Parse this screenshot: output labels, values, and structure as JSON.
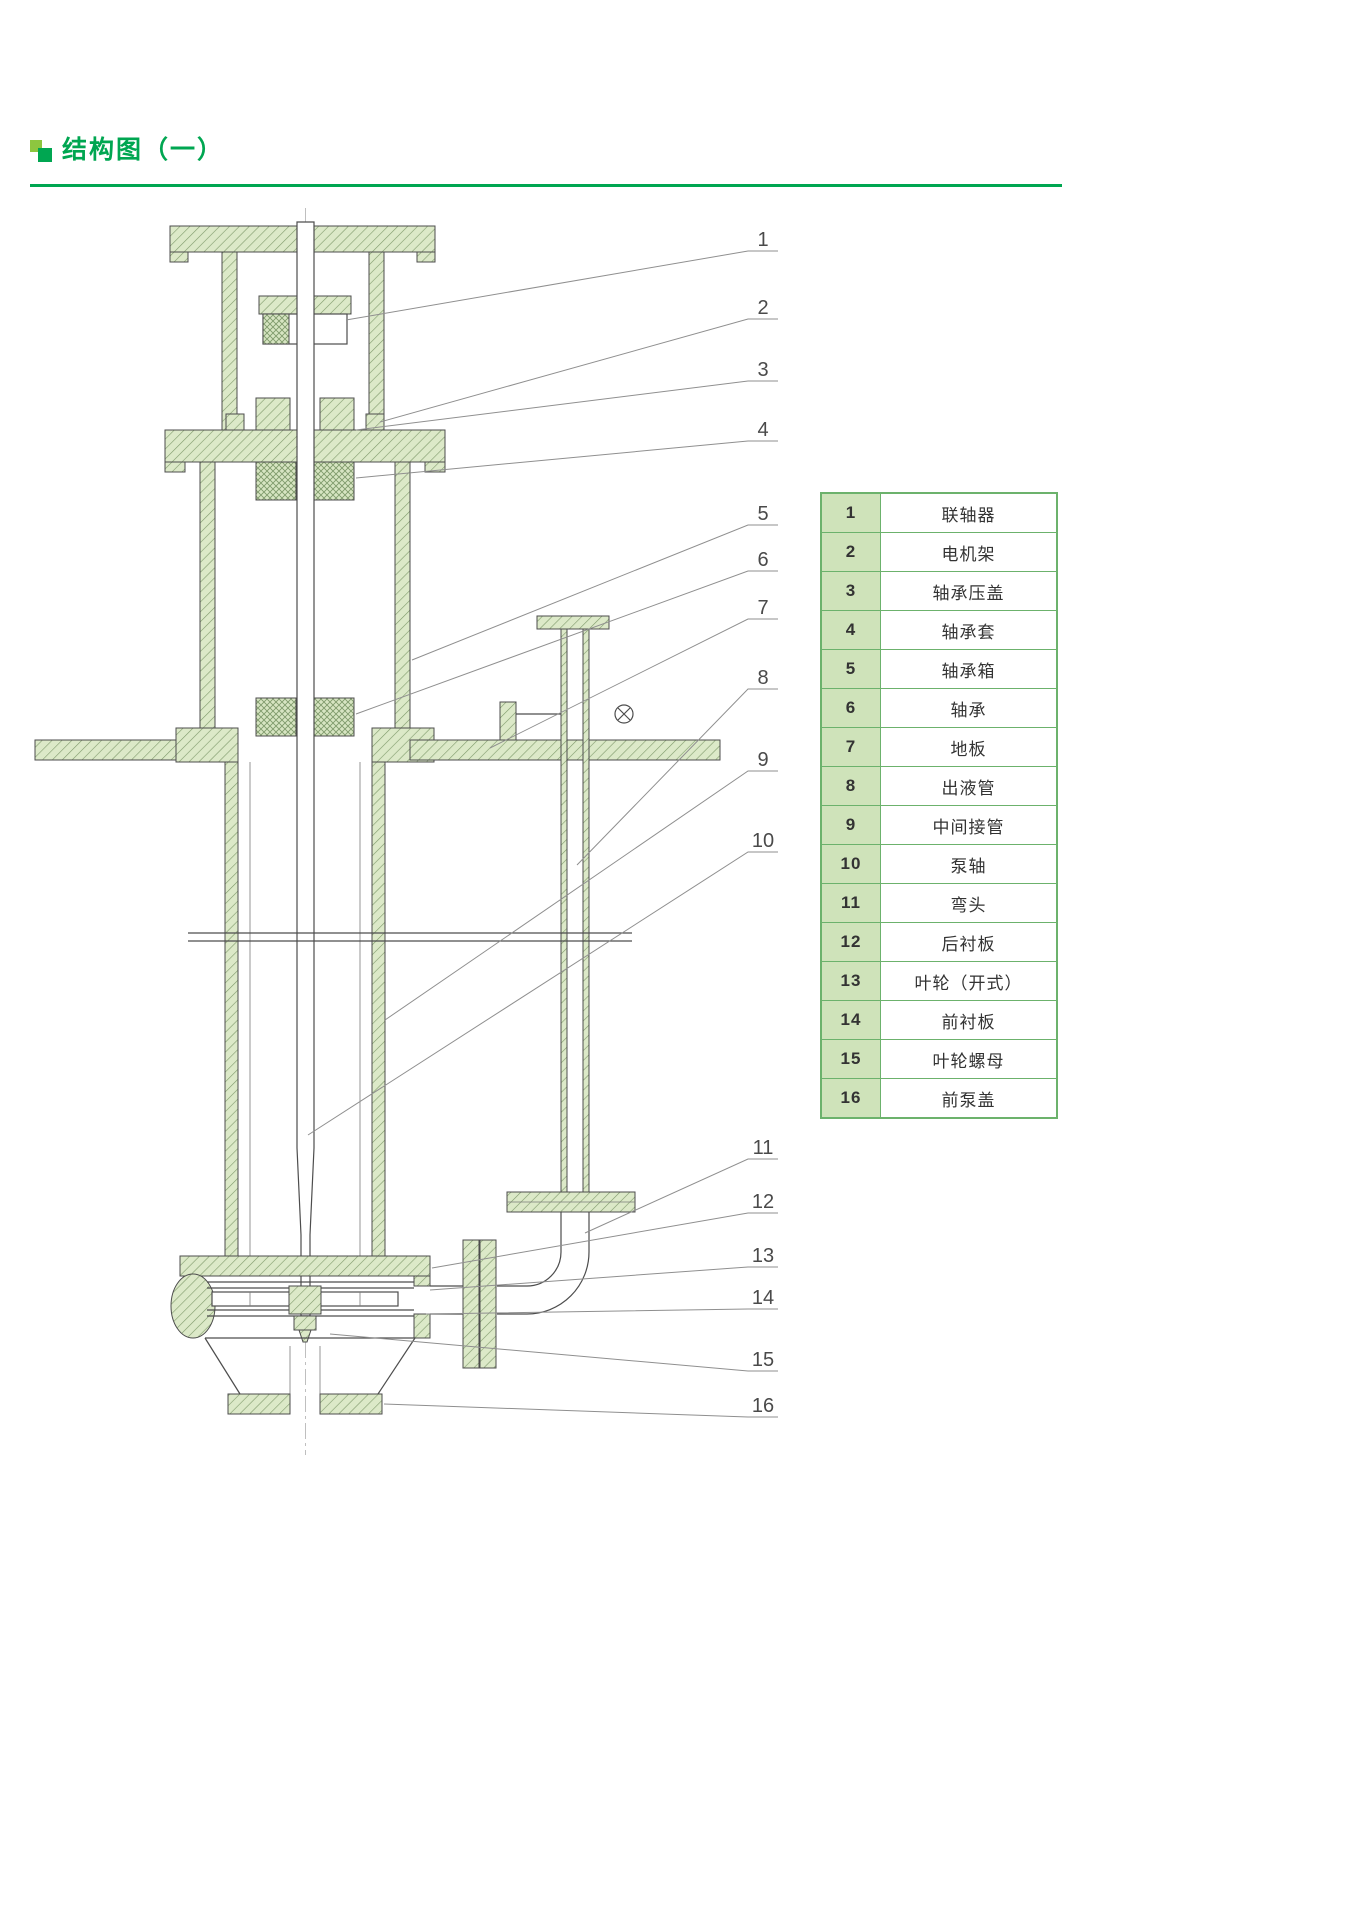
{
  "header": {
    "title": "结构图（一）"
  },
  "drawing": {
    "callouts": [
      "1",
      "2",
      "3",
      "4",
      "5",
      "6",
      "7",
      "8",
      "9",
      "10",
      "11",
      "12",
      "13",
      "14",
      "15",
      "16"
    ]
  },
  "parts_table": {
    "rows": [
      {
        "num": "1",
        "name": "联轴器"
      },
      {
        "num": "2",
        "name": "电机架"
      },
      {
        "num": "3",
        "name": "轴承压盖"
      },
      {
        "num": "4",
        "name": "轴承套"
      },
      {
        "num": "5",
        "name": "轴承箱"
      },
      {
        "num": "6",
        "name": "轴承"
      },
      {
        "num": "7",
        "name": "地板"
      },
      {
        "num": "8",
        "name": "出液管"
      },
      {
        "num": "9",
        "name": "中间接管"
      },
      {
        "num": "10",
        "name": "泵轴"
      },
      {
        "num": "11",
        "name": "弯头"
      },
      {
        "num": "12",
        "name": "后衬板"
      },
      {
        "num": "13",
        "name": "叶轮（开式）"
      },
      {
        "num": "14",
        "name": "前衬板"
      },
      {
        "num": "15",
        "name": "叶轮螺母"
      },
      {
        "num": "16",
        "name": "前泵盖"
      }
    ]
  },
  "colors": {
    "accent_green": "#00a651",
    "hatch_fill": "#dce9c8",
    "table_border": "#6cb26c",
    "table_num_bg": "#cfe3ba"
  }
}
